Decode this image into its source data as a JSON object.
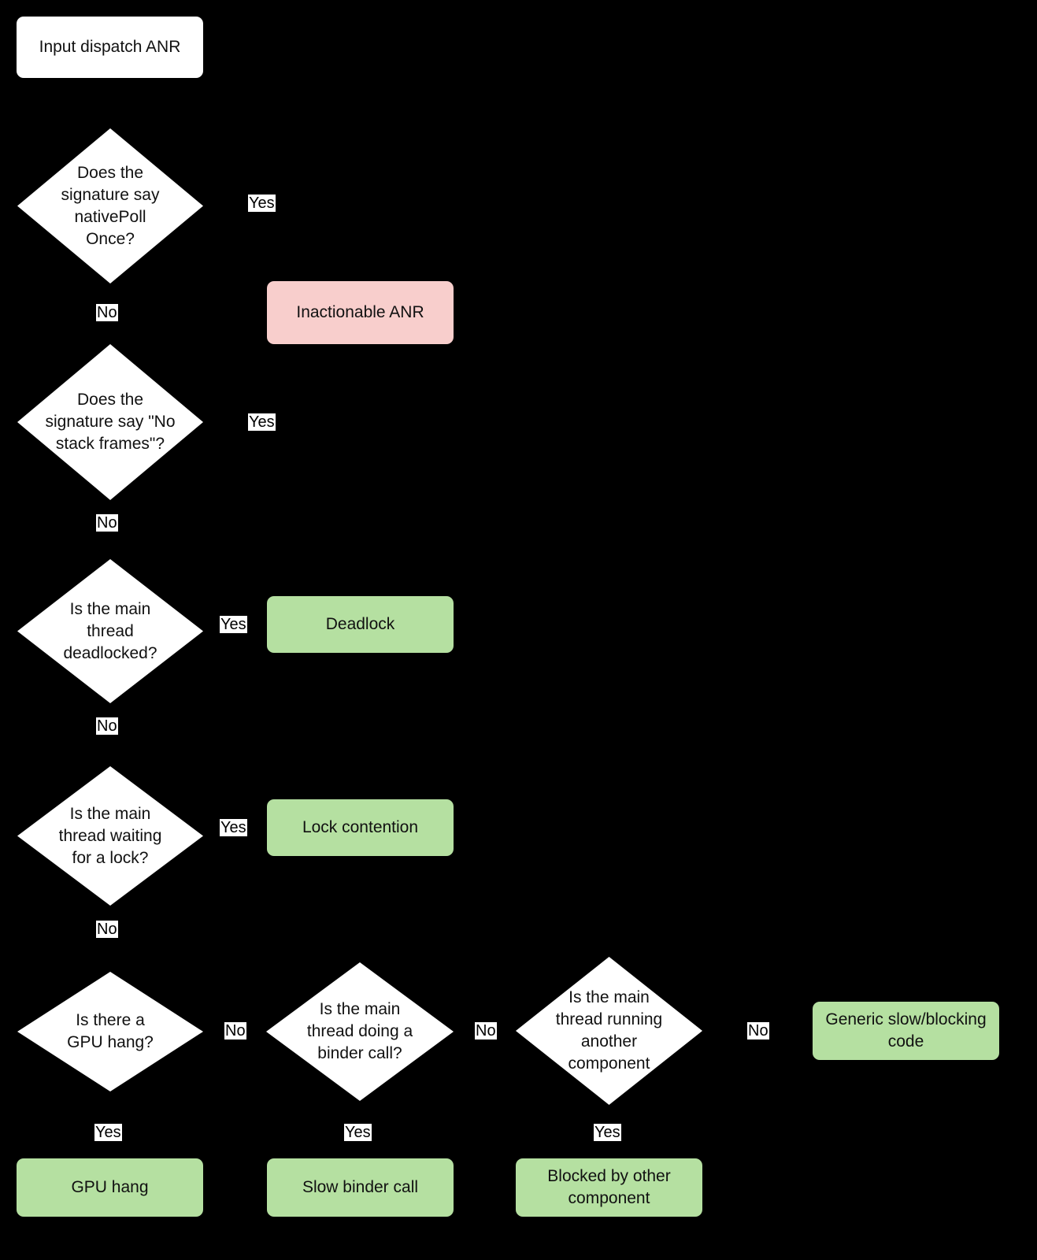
{
  "diagram": {
    "title": "Input dispatch ANR triage flowchart",
    "background_color": "#000000",
    "colors": {
      "decision_fill": "#ffffff",
      "start_fill": "#ffffff",
      "inactionable_fill": "#f8cecc",
      "result_fill": "#b5e0a1",
      "edge_stroke": "#000000",
      "text": "#111111"
    },
    "nodes": [
      {
        "id": "start",
        "kind": "start",
        "label": "Input dispatch ANR"
      },
      {
        "id": "d1",
        "kind": "decision",
        "label": "Does the\nsignature say\nnativePoll\nOnce?"
      },
      {
        "id": "inactionable",
        "kind": "result",
        "label": "Inactionable ANR"
      },
      {
        "id": "d2",
        "kind": "decision",
        "label": "Does the\nsignature say \"No\nstack frames\"?"
      },
      {
        "id": "d3",
        "kind": "decision",
        "label": "Is the main\nthread\ndeadlocked?"
      },
      {
        "id": "deadlock",
        "kind": "result",
        "label": "Deadlock"
      },
      {
        "id": "d4",
        "kind": "decision",
        "label": "Is the main\nthread waiting\nfor a lock?"
      },
      {
        "id": "lock",
        "kind": "result",
        "label": "Lock contention"
      },
      {
        "id": "d5",
        "kind": "decision",
        "label": "Is there a\nGPU hang?"
      },
      {
        "id": "gpu",
        "kind": "result",
        "label": "GPU hang"
      },
      {
        "id": "d6",
        "kind": "decision",
        "label": "Is the main\nthread doing a\nbinder call?"
      },
      {
        "id": "binder",
        "kind": "result",
        "label": "Slow binder call"
      },
      {
        "id": "d7",
        "kind": "decision",
        "label": "Is the main\nthread running\nanother\ncomponent"
      },
      {
        "id": "blocked",
        "kind": "result",
        "label": "Blocked by other\ncomponent"
      },
      {
        "id": "generic",
        "kind": "result",
        "label": "Generic\nslow/blocking code"
      }
    ],
    "edge_labels": [
      {
        "id": "e-d1-yes",
        "label": "Yes"
      },
      {
        "id": "e-d1-no",
        "label": "No"
      },
      {
        "id": "e-d2-yes",
        "label": "Yes"
      },
      {
        "id": "e-d2-no",
        "label": "No"
      },
      {
        "id": "e-d3-yes",
        "label": "Yes"
      },
      {
        "id": "e-d3-no",
        "label": "No"
      },
      {
        "id": "e-d4-yes",
        "label": "Yes"
      },
      {
        "id": "e-d4-no",
        "label": "No"
      },
      {
        "id": "e-d5-no",
        "label": "No"
      },
      {
        "id": "e-d5-yes",
        "label": "Yes"
      },
      {
        "id": "e-d6-no",
        "label": "No"
      },
      {
        "id": "e-d6-yes",
        "label": "Yes"
      },
      {
        "id": "e-d7-no",
        "label": "No"
      },
      {
        "id": "e-d7-yes",
        "label": "Yes"
      }
    ]
  }
}
